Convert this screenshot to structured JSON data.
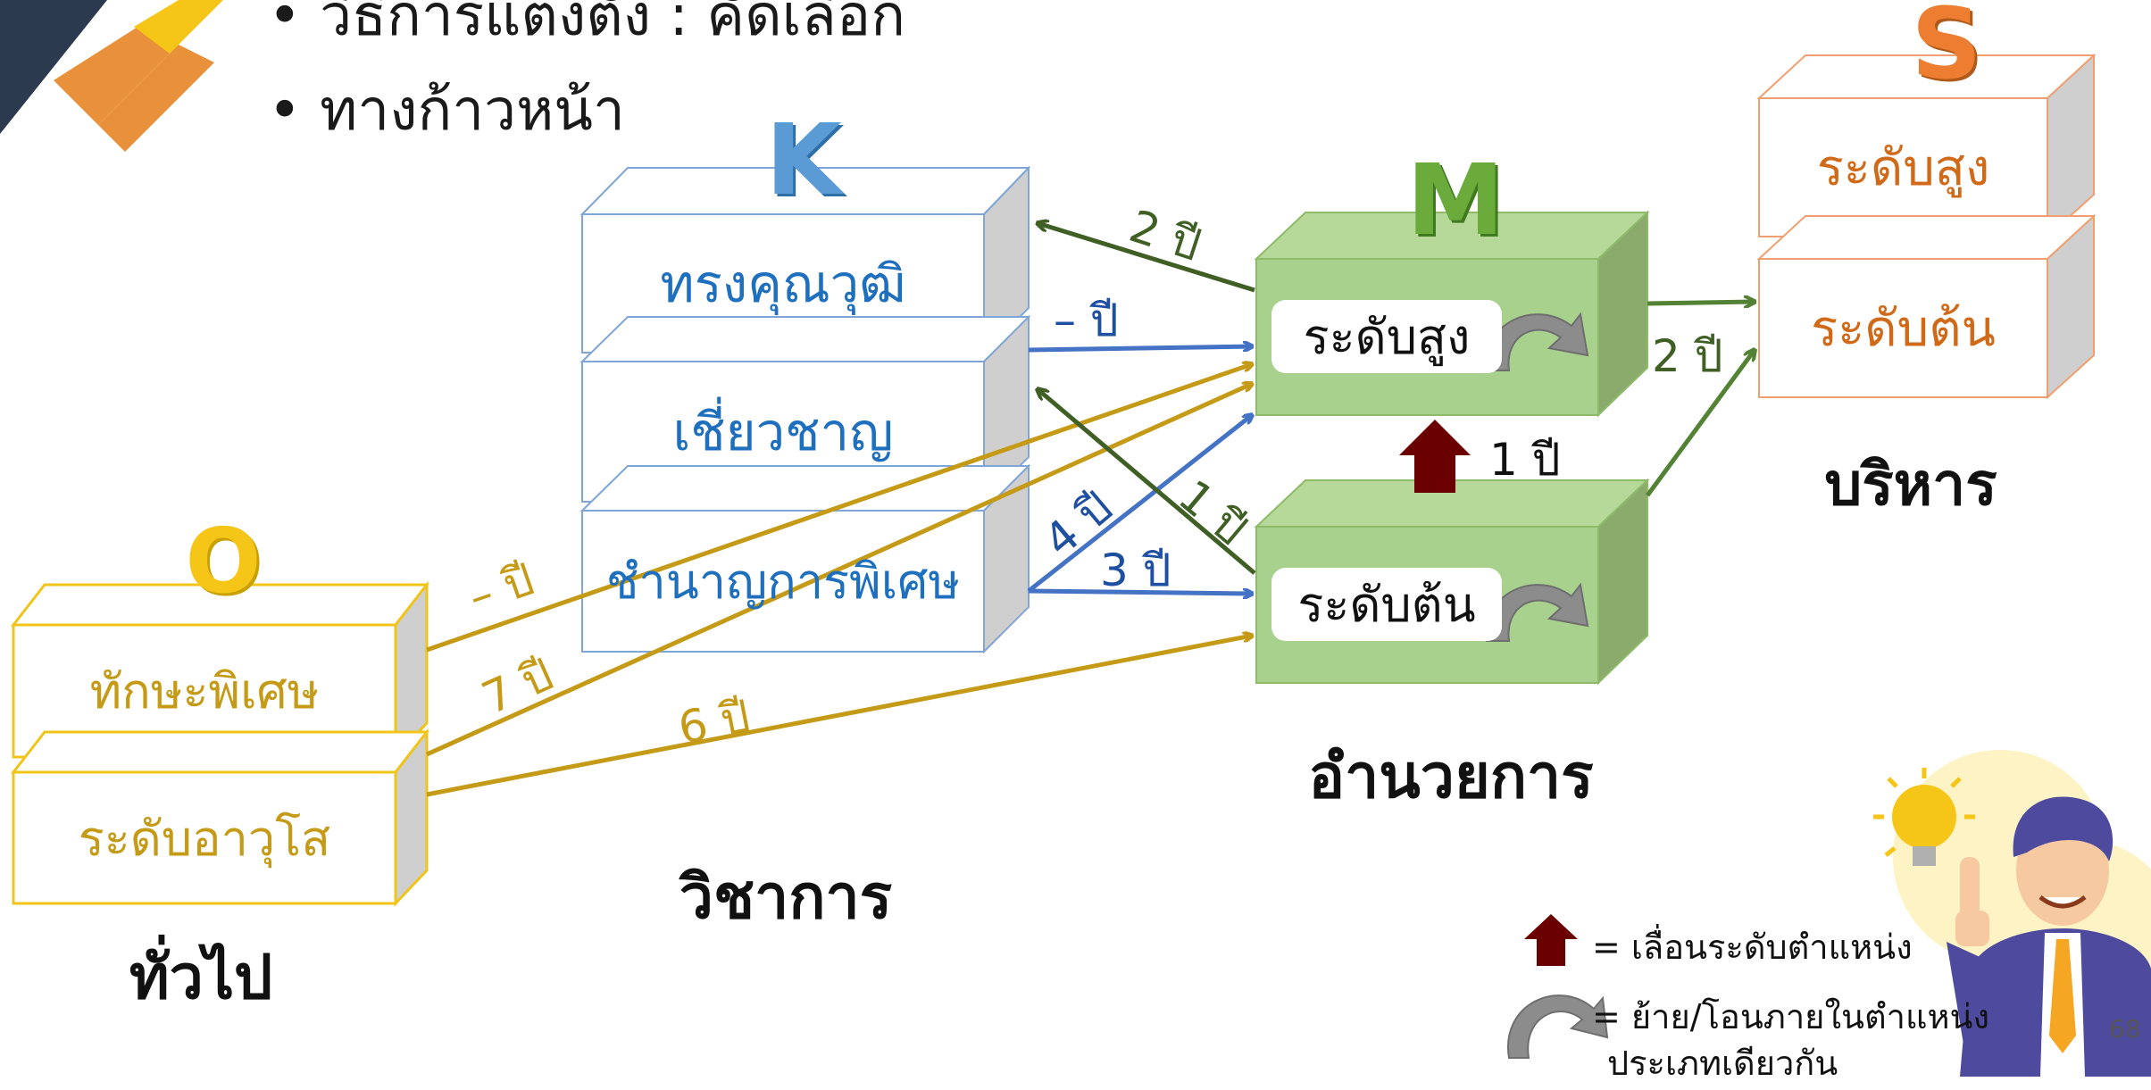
{
  "header": {
    "bullet_1": "• วิธีการแต่งตั้ง : คัดเลือก",
    "bullet_2": "• ทางก้าวหน้า"
  },
  "groups": {
    "O": {
      "letter": "O",
      "levels": [
        "ทักษะพิเศษ",
        "ระดับอาวุโส"
      ],
      "category": "ทั่วไป",
      "color": "#c59a16"
    },
    "K": {
      "letter": "K",
      "levels": [
        "ทรงคุณวุฒิ",
        "เชี่ยวชาญ",
        "ชำนาญการพิเศษ"
      ],
      "category": "วิชาการ",
      "color": "#1f6fbf"
    },
    "M": {
      "letter": "M",
      "levels": [
        "ระดับสูง",
        "ระดับต้น"
      ],
      "category": "อำนวยการ",
      "color": "#6aab3c"
    },
    "S": {
      "letter": "S",
      "levels": [
        "ระดับสูง",
        "ระดับต้น"
      ],
      "category": "บริหาร",
      "color": "#d06a18"
    }
  },
  "durations": {
    "k_top_from_m_high": "2 ปี",
    "k_top_to_m_high": "– ปี",
    "k_special_to_m_high": "4 ปี",
    "k_special_to_m_low": "3 ปี",
    "m_low_to_k": "1 ปี",
    "m_low_to_high": "1 ปี",
    "m_to_s": "2 ปี",
    "o_skill_to_m": "– ปี",
    "o_skill_to_m_2": "7 ปี",
    "o_senior_to_m": "6 ปี"
  },
  "legend": {
    "promote_text": "= เลื่อนระดับตำแหน่ง",
    "transfer_text_1": "= ย้าย/โอนภายในตำแหน่ง",
    "transfer_text_2": "ประเภทเดียวกัน"
  },
  "page_number": "68",
  "colors": {
    "gold": "#c59a16",
    "blue": "#4472c4",
    "dark_green": "#3f5f24",
    "green": "#548235",
    "maroon": "#6b0000",
    "orange": "#e8913a",
    "navy": "#2b3a4e"
  }
}
